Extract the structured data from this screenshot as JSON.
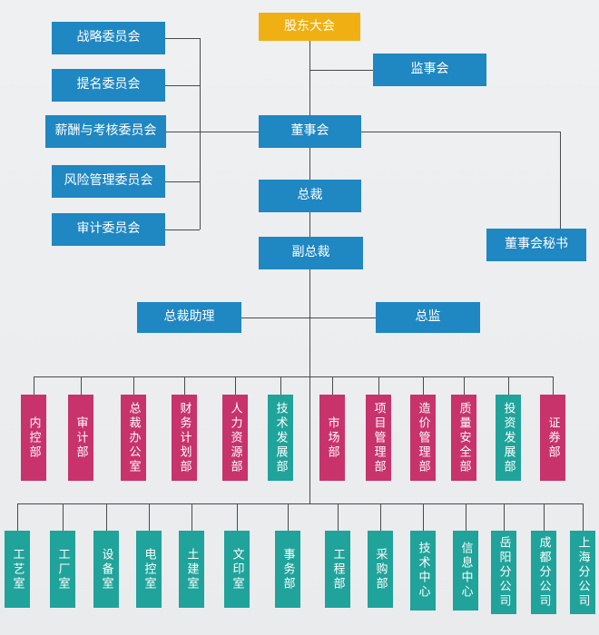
{
  "palette": {
    "gold": "#F0AF13",
    "blue": "#1F87C2",
    "pink": "#C8336B",
    "teal": "#20A39A",
    "line": "#4A4A4A",
    "background": "#ECEEF0"
  },
  "org": {
    "shareholders_meeting": "股东大会",
    "supervisory_board": "监事会",
    "committees": [
      {
        "label": "战略委员会"
      },
      {
        "label": "提名委员会"
      },
      {
        "label": "薪酬与考核委员会"
      },
      {
        "label": "风险管理委员会"
      },
      {
        "label": "审计委员会"
      }
    ],
    "board_of_directors": "董事会",
    "president": "总裁",
    "vice_president": "副总裁",
    "board_secretary": "董事会秘书",
    "president_assistant": "总裁助理",
    "chief_supervisor": "总监",
    "departments": [
      {
        "label": "内控部",
        "color": "pink"
      },
      {
        "label": "审计部",
        "color": "pink"
      },
      {
        "label": "总裁办公室",
        "color": "pink"
      },
      {
        "label": "财务计划部",
        "color": "pink"
      },
      {
        "label": "人力资源部",
        "color": "pink"
      },
      {
        "label": "技术发展部",
        "color": "teal"
      },
      {
        "label": "市场部",
        "color": "pink"
      },
      {
        "label": "项目管理部",
        "color": "pink"
      },
      {
        "label": "造价管理部",
        "color": "pink"
      },
      {
        "label": "质量安全部",
        "color": "pink"
      },
      {
        "label": "投资发展部",
        "color": "teal"
      },
      {
        "label": "证券部",
        "color": "pink"
      }
    ],
    "sub_departments": [
      {
        "label": "工艺室"
      },
      {
        "label": "工厂室"
      },
      {
        "label": "设备室"
      },
      {
        "label": "电控室"
      },
      {
        "label": "土建室"
      },
      {
        "label": "文印室"
      },
      {
        "label": "事务部"
      },
      {
        "label": "工程部"
      },
      {
        "label": "采购部"
      },
      {
        "label": "技术中心"
      },
      {
        "label": "信息中心"
      },
      {
        "label": "岳阳分公司"
      },
      {
        "label": "成都分公司"
      },
      {
        "label": "上海分公司"
      }
    ]
  }
}
